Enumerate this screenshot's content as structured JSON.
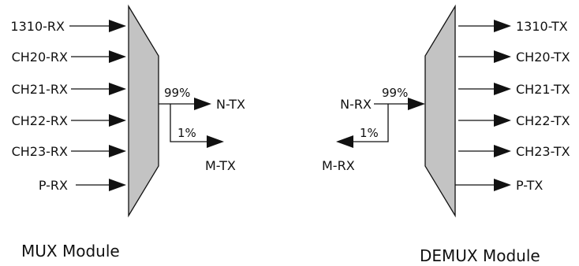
{
  "mux": {
    "inputs": [
      "1310-RX",
      "CH20-RX",
      "CH21-RX",
      "CH22-RX",
      "CH23-RX",
      "P-RX"
    ],
    "split_major_pct": "99%",
    "split_minor_pct": "1%",
    "output_main": "N-TX",
    "output_monitor": "M-TX",
    "title": "MUX  Module"
  },
  "demux": {
    "input_main": "N-RX",
    "input_monitor": "M-RX",
    "split_major_pct": "99%",
    "split_minor_pct": "1%",
    "outputs": [
      "1310-TX",
      "CH20-TX",
      "CH21-TX",
      "CH22-TX",
      "CH23-TX",
      "P-TX"
    ],
    "title": "DEMUX  Module"
  },
  "colors": {
    "module_fill": "#c3c3c3",
    "line": "#111111"
  }
}
